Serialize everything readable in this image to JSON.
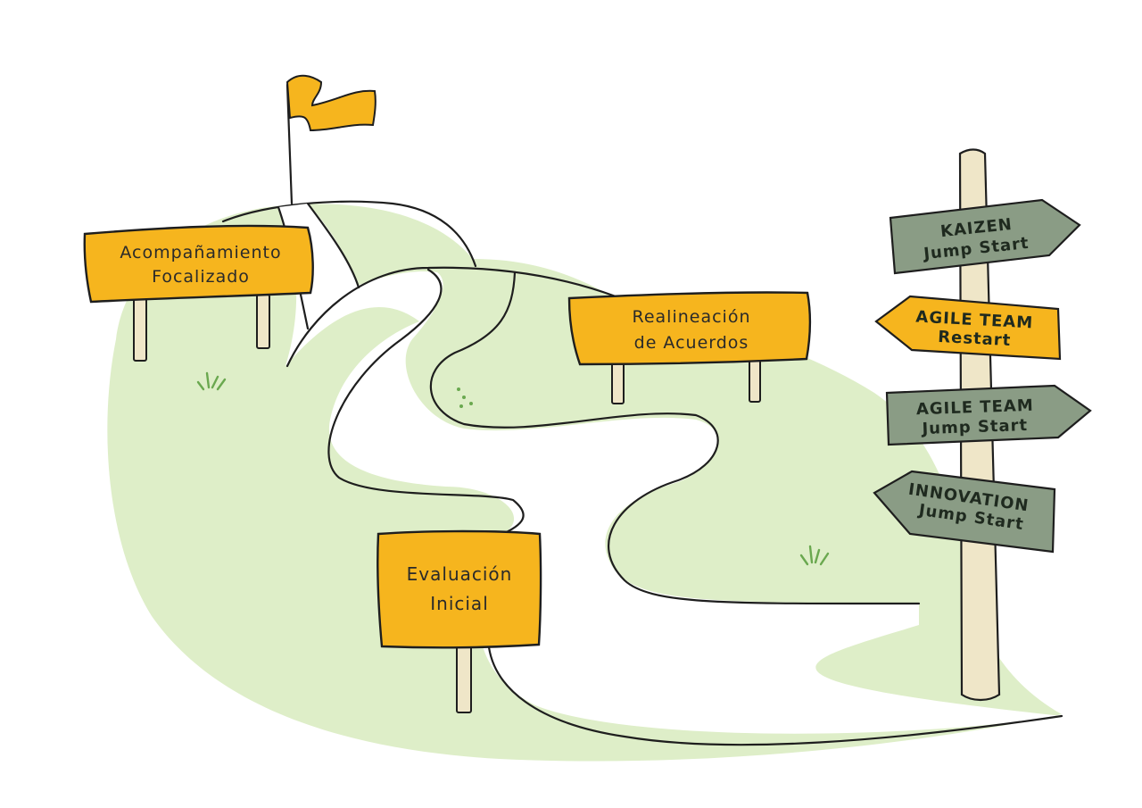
{
  "colors": {
    "hill": "#deeec8",
    "sign_orange": "#f6b51e",
    "sign_green": "#8a9c85",
    "post": "#efe6c8",
    "grass": "#6aa84f",
    "ink": "#1e1e1e"
  },
  "signs": {
    "acompanamiento": {
      "line1": "Acompañamiento",
      "line2": "Focalizado"
    },
    "realineacion": {
      "line1": "Realineación",
      "line2": "de Acuerdos"
    },
    "evaluacion": {
      "line1": "Evaluación",
      "line2": "Inicial"
    }
  },
  "signpost": {
    "kaizen": {
      "line1": "KAIZEN",
      "line2": "Jump Start"
    },
    "agile_restart": {
      "line1": "AGILE TEAM",
      "line2": "Restart"
    },
    "agile_jump": {
      "line1": "AGILE TEAM",
      "line2": "Jump Start"
    },
    "innovation": {
      "line1": "INNOVATION",
      "line2": "Jump Start"
    }
  },
  "icons": [
    "flag-icon",
    "grass-tuft-icon",
    "signpost-icon"
  ]
}
